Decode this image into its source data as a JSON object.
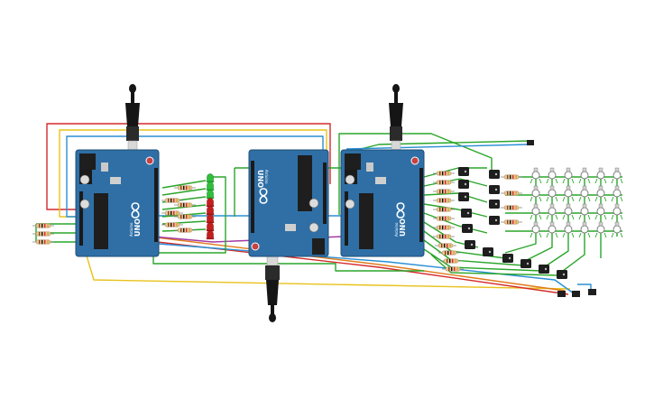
{
  "boards": [
    {
      "id": "arduino-uno-1",
      "model": "UNO",
      "brand": "Arduino"
    },
    {
      "id": "arduino-uno-2",
      "model": "UNO",
      "brand": "Arduino"
    },
    {
      "id": "arduino-uno-3",
      "model": "UNO",
      "brand": "Arduino"
    }
  ],
  "board_label": "UNO",
  "board_brand": "Arduino",
  "colors": {
    "board": "#2f6fa6",
    "board_dark": "#234f78",
    "wire_green": "#2aa52a",
    "wire_red": "#d42a2a",
    "wire_yellow": "#e8c21a",
    "wire_blue": "#2a8fd4",
    "wire_purple": "#a43aa4",
    "wire_orange": "#e07a1a",
    "led_green": "#2fbf3a",
    "led_red": "#c41e1e",
    "usb_cable": "#151515",
    "resistor": "#e8c79a"
  },
  "icons": [
    "usb-plug-icon",
    "reset-button-icon",
    "chip-icon",
    "infinity-logo-icon"
  ]
}
